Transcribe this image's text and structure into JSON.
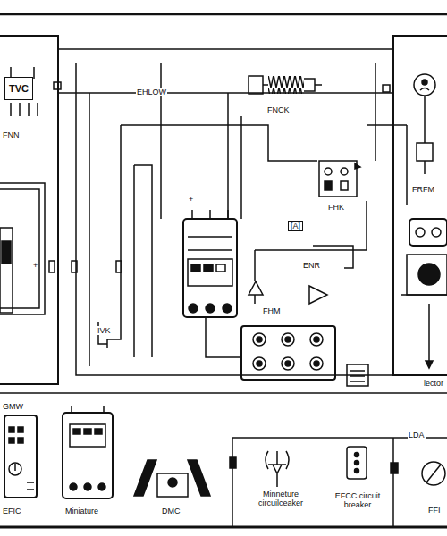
{
  "diagram": {
    "nodes": [
      {
        "text": [
          "TVC"
        ]
      },
      {
        "text": [
          "[A]"
        ]
      }
    ],
    "labels": [
      "FNN",
      "EHLOW",
      "FNCK",
      "FHK",
      "FRFM",
      "ENR",
      "FHM",
      "+",
      "+",
      "IVK",
      "lector",
      "GMW",
      "EFIC",
      "Miniature",
      "DMC",
      "Minneture circuilceaker",
      "EFCC circuit breaker",
      "LDA",
      "FFI"
    ]
  }
}
